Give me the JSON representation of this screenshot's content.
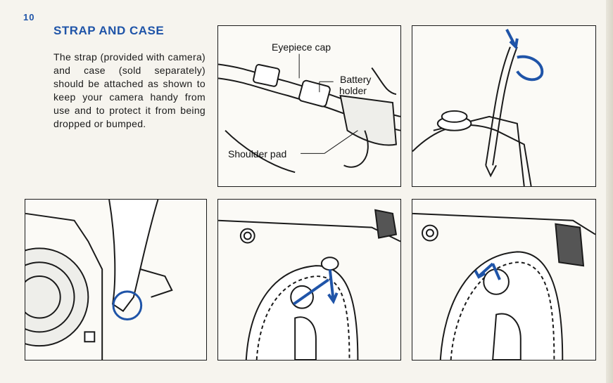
{
  "page": {
    "number": "10",
    "title": "STRAP AND CASE",
    "body": "The strap (provided with camera) and case (sold separately) should be attached as shown to keep your camera handy from use and to protect it from being dropped or bumped."
  },
  "figure1": {
    "labels": {
      "eyepiece_cap": "Eyepiece cap",
      "battery_holder_1": "Battery",
      "battery_holder_2": "holder",
      "shoulder_pad": "Shoulder pad"
    }
  },
  "colors": {
    "accent": "#1f54a8",
    "ink": "#1a1a1a",
    "paper": "#f6f4ee"
  },
  "icons": [
    "arrow-icon",
    "circle-highlight-icon"
  ]
}
